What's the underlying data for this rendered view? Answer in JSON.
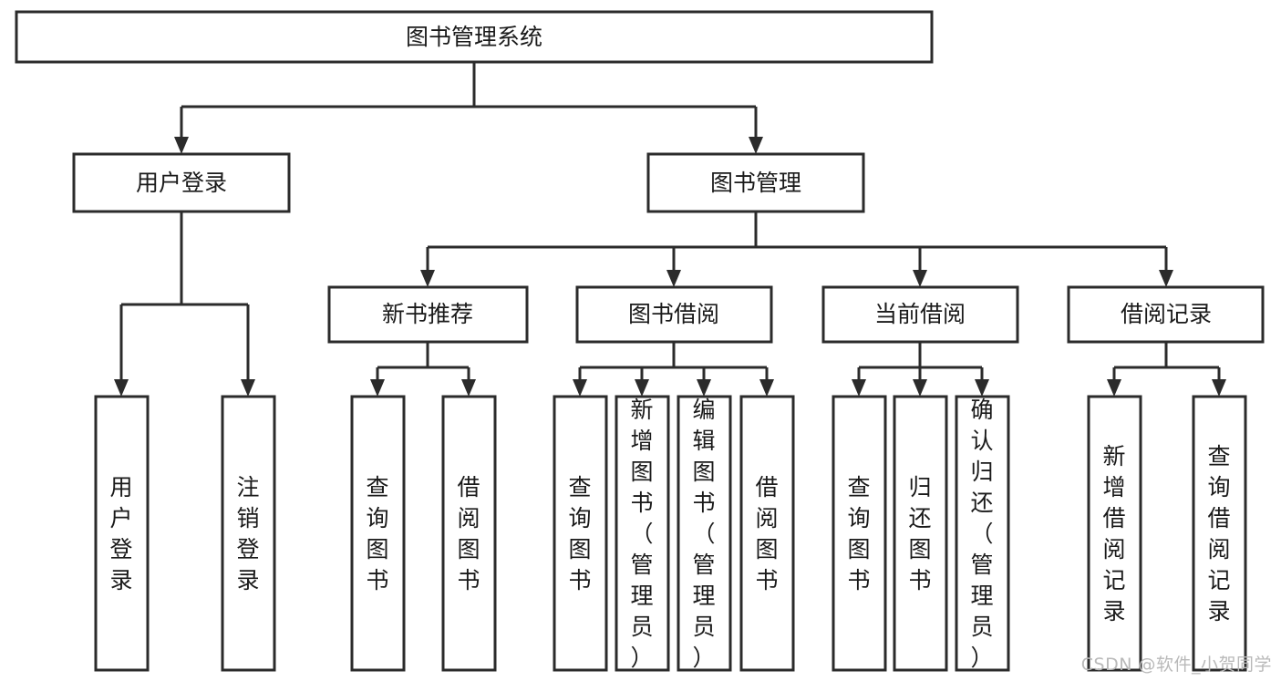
{
  "chart_data": {
    "type": "diagram",
    "diagram_kind": "hierarchy-tree",
    "title": "图书管理系统",
    "orientation": "top-down",
    "levels": 4,
    "watermark": "CSDN @软件_小贺同学",
    "colors": {
      "box_fill": "#ffffff",
      "box_stroke": "#2b2b2b",
      "edge": "#2b2b2b",
      "text": "#1a1a1a",
      "watermark": "#b9b9b9"
    },
    "nodes": [
      {
        "id": "root",
        "label": "图书管理系统",
        "level": 0,
        "orientation": "horizontal"
      },
      {
        "id": "login",
        "label": "用户登录",
        "level": 1,
        "orientation": "horizontal",
        "parent": "root"
      },
      {
        "id": "bookmgmt",
        "label": "图书管理",
        "level": 1,
        "orientation": "horizontal",
        "parent": "root"
      },
      {
        "id": "newbook",
        "label": "新书推荐",
        "level": 2,
        "orientation": "horizontal",
        "parent": "bookmgmt"
      },
      {
        "id": "borrow",
        "label": "图书借阅",
        "level": 2,
        "orientation": "horizontal",
        "parent": "bookmgmt"
      },
      {
        "id": "current",
        "label": "当前借阅",
        "level": 2,
        "orientation": "horizontal",
        "parent": "bookmgmt"
      },
      {
        "id": "records",
        "label": "借阅记录",
        "level": 2,
        "orientation": "horizontal",
        "parent": "bookmgmt"
      },
      {
        "id": "leaf-user-login",
        "label": "用户登录",
        "level": 3,
        "orientation": "vertical",
        "parent": "login"
      },
      {
        "id": "leaf-logout",
        "label": "注销登录",
        "level": 3,
        "orientation": "vertical",
        "parent": "login"
      },
      {
        "id": "leaf-query-book-1",
        "label": "查询图书",
        "level": 3,
        "orientation": "vertical",
        "parent": "newbook"
      },
      {
        "id": "leaf-borrow-book-1",
        "label": "借阅图书",
        "level": 3,
        "orientation": "vertical",
        "parent": "newbook"
      },
      {
        "id": "leaf-query-book-2",
        "label": "查询图书",
        "level": 3,
        "orientation": "vertical",
        "parent": "borrow"
      },
      {
        "id": "leaf-add-book",
        "label": "新增图书（管理员）",
        "level": 3,
        "orientation": "vertical",
        "parent": "borrow"
      },
      {
        "id": "leaf-edit-book",
        "label": "编辑图书（管理员）",
        "level": 3,
        "orientation": "vertical",
        "parent": "borrow"
      },
      {
        "id": "leaf-borrow-book-2",
        "label": "借阅图书",
        "level": 3,
        "orientation": "vertical",
        "parent": "borrow"
      },
      {
        "id": "leaf-query-book-3",
        "label": "查询图书",
        "level": 3,
        "orientation": "vertical",
        "parent": "current"
      },
      {
        "id": "leaf-return-book",
        "label": "归还图书",
        "level": 3,
        "orientation": "vertical",
        "parent": "current"
      },
      {
        "id": "leaf-confirm-return",
        "label": "确认归还（管理员）",
        "level": 3,
        "orientation": "vertical",
        "parent": "current"
      },
      {
        "id": "leaf-add-record",
        "label": "新增借阅记录",
        "level": 3,
        "orientation": "vertical",
        "parent": "records"
      },
      {
        "id": "leaf-query-record",
        "label": "查询借阅记录",
        "level": 3,
        "orientation": "vertical",
        "parent": "records"
      }
    ],
    "edges": [
      {
        "from": "root",
        "to": "login"
      },
      {
        "from": "root",
        "to": "bookmgmt"
      },
      {
        "from": "bookmgmt",
        "to": "newbook"
      },
      {
        "from": "bookmgmt",
        "to": "borrow"
      },
      {
        "from": "bookmgmt",
        "to": "current"
      },
      {
        "from": "bookmgmt",
        "to": "records"
      },
      {
        "from": "login",
        "to": "leaf-user-login"
      },
      {
        "from": "login",
        "to": "leaf-logout"
      },
      {
        "from": "newbook",
        "to": "leaf-query-book-1"
      },
      {
        "from": "newbook",
        "to": "leaf-borrow-book-1"
      },
      {
        "from": "borrow",
        "to": "leaf-query-book-2"
      },
      {
        "from": "borrow",
        "to": "leaf-add-book"
      },
      {
        "from": "borrow",
        "to": "leaf-edit-book"
      },
      {
        "from": "borrow",
        "to": "leaf-borrow-book-2"
      },
      {
        "from": "current",
        "to": "leaf-query-book-3"
      },
      {
        "from": "current",
        "to": "leaf-return-book"
      },
      {
        "from": "current",
        "to": "leaf-confirm-return"
      },
      {
        "from": "records",
        "to": "leaf-add-record"
      },
      {
        "from": "records",
        "to": "leaf-query-record"
      }
    ]
  },
  "diagram": {
    "root": {
      "label": "图书管理系统"
    },
    "level1": {
      "login": {
        "label": "用户登录"
      },
      "bookmgmt": {
        "label": "图书管理"
      }
    },
    "level2": {
      "newbook": {
        "label": "新书推荐"
      },
      "borrow": {
        "label": "图书借阅"
      },
      "current": {
        "label": "当前借阅"
      },
      "records": {
        "label": "借阅记录"
      }
    },
    "leaves": {
      "user_login": "用户登录",
      "logout": "注销登录",
      "query_book_1": "查询图书",
      "borrow_book_1": "借阅图书",
      "query_book_2": "查询图书",
      "add_book": "新增图书（管理员）",
      "edit_book": "编辑图书（管理员）",
      "borrow_book_2": "借阅图书",
      "query_book_3": "查询图书",
      "return_book": "归还图书",
      "confirm_return": "确认归还（管理员）",
      "add_record": "新增借阅记录",
      "query_record": "查询借阅记录"
    }
  },
  "watermark": {
    "text": "CSDN @软件_小贺同学"
  }
}
